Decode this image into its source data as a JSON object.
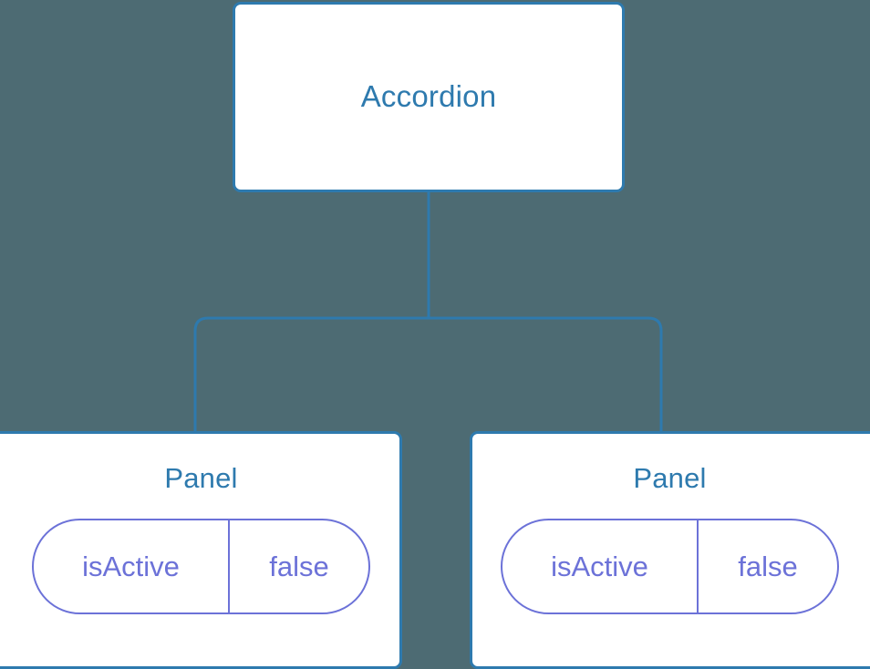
{
  "theme": {
    "background_color": "#4d6b73",
    "node_border_color": "#2e7aae",
    "node_text_color": "#2e7aae",
    "node_fill_color": "#ffffff",
    "prop_accent_color": "#6c72d8",
    "connector_color": "#2e7aae"
  },
  "tree": {
    "root": {
      "title": "Accordion"
    },
    "children": [
      {
        "title": "Panel",
        "props": [
          {
            "key": "isActive",
            "value": "false"
          }
        ]
      },
      {
        "title": "Panel",
        "props": [
          {
            "key": "isActive",
            "value": "false"
          }
        ]
      }
    ]
  }
}
